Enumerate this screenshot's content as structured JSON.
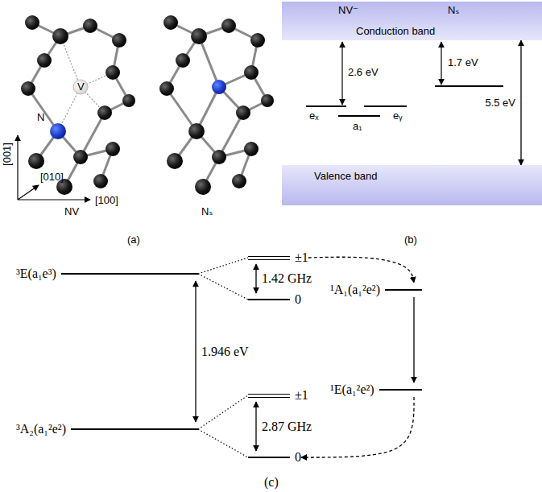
{
  "diagram": {
    "nodes": [
      {
        "text": [
          "Conduction band"
        ]
      },
      {
        "text": [
          "Valence band"
        ]
      },
      {
        "text": [
          "³E(a₁e³)"
        ]
      },
      {
        "text": [
          "±1"
        ]
      },
      {
        "text": [
          "0"
        ]
      },
      {
        "text": [
          "³A₂(a₁²e²)"
        ]
      },
      {
        "text": [
          "±1"
        ]
      },
      {
        "text": [
          "0"
        ]
      },
      {
        "text": [
          "¹A₁(a₁²e²)"
        ]
      },
      {
        "text": [
          "¹E(a₁²e²)"
        ]
      }
    ],
    "edges": [
      {
        "from": 0,
        "to": 1,
        "arrow": "both",
        "label": "5.5 eV"
      },
      {
        "from": 2,
        "to": 3,
        "arrow": "none"
      },
      {
        "from": 2,
        "to": 4,
        "arrow": "none"
      },
      {
        "from": 3,
        "to": 4,
        "arrow": "both",
        "label": "1.42 GHz"
      },
      {
        "from": 2,
        "to": 5,
        "arrow": "both",
        "label": "1.946 eV"
      },
      {
        "from": 3,
        "to": 8,
        "arrow": "to"
      },
      {
        "from": 8,
        "to": 9,
        "arrow": "to"
      },
      {
        "from": 9,
        "to": 7,
        "arrow": "to"
      },
      {
        "from": 5,
        "to": 6,
        "arrow": "none"
      },
      {
        "from": 5,
        "to": 7,
        "arrow": "none"
      },
      {
        "from": 6,
        "to": 7,
        "arrow": "both",
        "label": "2.87 GHz"
      }
    ],
    "labels": [
      "N",
      "V",
      "[001]",
      "[010]",
      "[100]",
      "NV",
      "Nₛ",
      "(a)",
      "NV⁻",
      "Nₛ",
      "2.6 eV",
      "1.7 eV",
      "eₓ",
      "eᵧ",
      "a₁",
      "(b)",
      "(c)"
    ]
  }
}
